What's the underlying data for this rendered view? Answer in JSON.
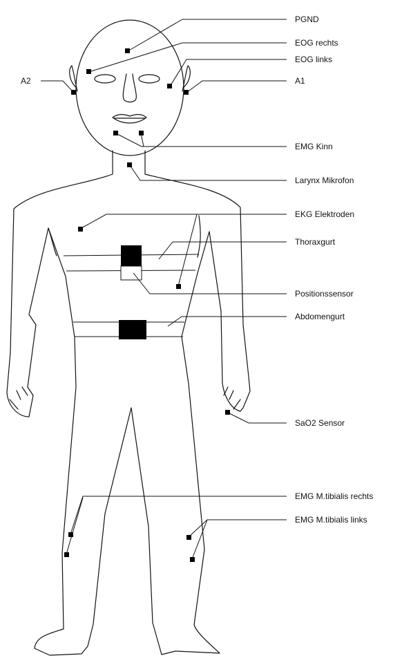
{
  "labels": {
    "pgnd": "PGND",
    "eog_rechts": "EOG rechts",
    "eog_links": "EOG links",
    "a1": "A1",
    "a2": "A2",
    "emg_kinn": "EMG Kinn",
    "larynx": "Larynx Mikrofon",
    "ekg": "EKG Elektroden",
    "thoraxgurt": "Thoraxgurt",
    "positionssensor": "Positionssensor",
    "abdomengurt": "Abdomengurt",
    "sao2": "SaO2 Sensor",
    "tibialis_rechts": "EMG M.tibialis rechts",
    "tibialis_links": "EMG M.tibialis links"
  },
  "colors": {
    "line": "#111111",
    "electrode": "#000000",
    "background": "#ffffff"
  }
}
